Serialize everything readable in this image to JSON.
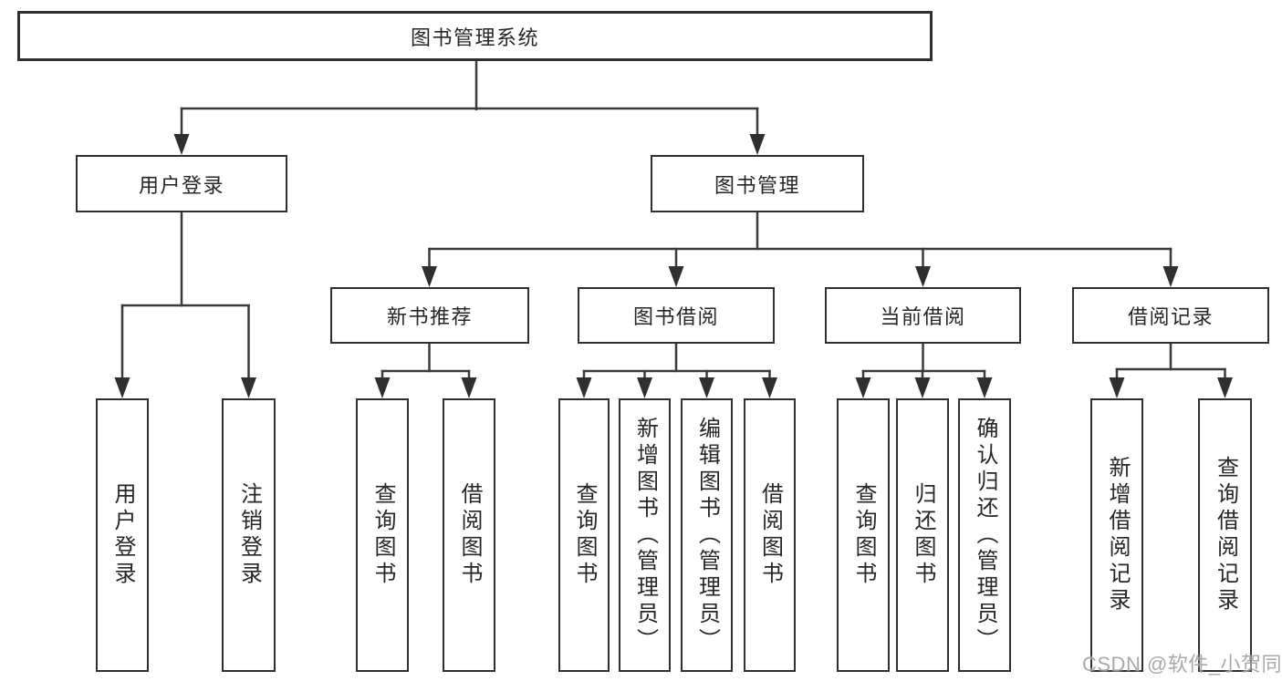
{
  "tree": {
    "root": {
      "label": "图书管理系统",
      "children": [
        {
          "label": "用户登录",
          "children": [
            {
              "label": "用户登录"
            },
            {
              "label": "注销登录"
            }
          ]
        },
        {
          "label": "图书管理",
          "children": [
            {
              "label": "新书推荐",
              "children": [
                {
                  "label": "查询图书"
                },
                {
                  "label": "借阅图书"
                }
              ]
            },
            {
              "label": "图书借阅",
              "children": [
                {
                  "label": "查询图书"
                },
                {
                  "label": "新增图书（管理员）"
                },
                {
                  "label": "编辑图书（管理员）"
                },
                {
                  "label": "借阅图书"
                }
              ]
            },
            {
              "label": "当前借阅",
              "children": [
                {
                  "label": "查询图书"
                },
                {
                  "label": "归还图书"
                },
                {
                  "label": "确认归还（管理员）"
                }
              ]
            },
            {
              "label": "借阅记录",
              "children": [
                {
                  "label": "新增借阅记录"
                },
                {
                  "label": "查询借阅记录"
                }
              ]
            }
          ]
        }
      ]
    }
  },
  "watermark": "CSDN @软件_小贺同学",
  "colors": {
    "background": "#ffffff",
    "box_border": "#2f2f2f",
    "connector_line": "#3a3a3a",
    "text": "#262626",
    "watermark_text": "#969696"
  }
}
